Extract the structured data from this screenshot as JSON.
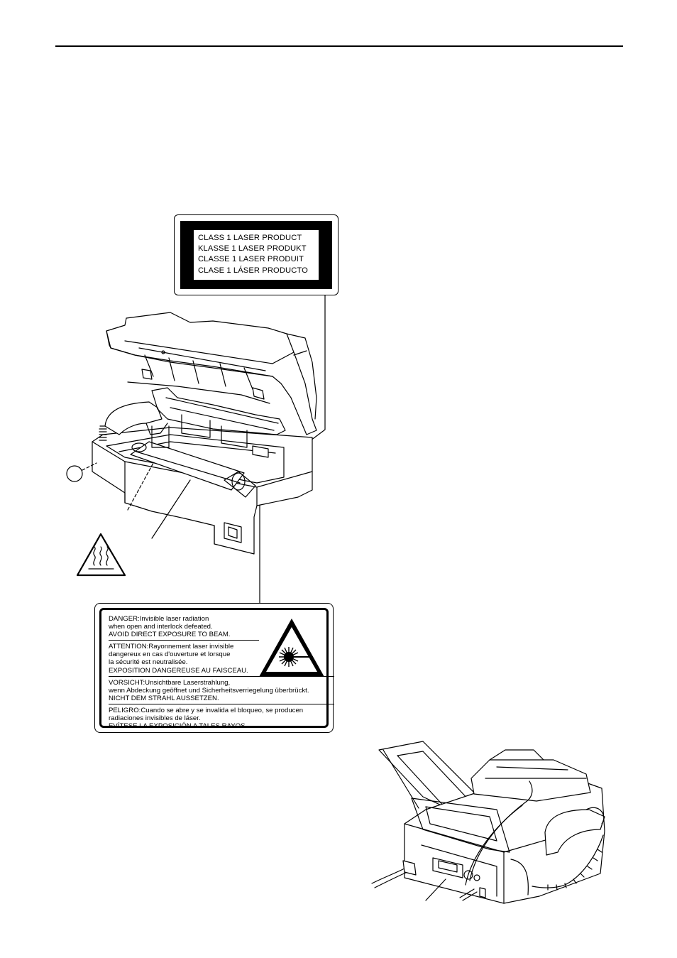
{
  "class_label": {
    "lines": [
      "CLASS 1 LASER PRODUCT",
      "KLASSE 1 LASER PRODUKT",
      "CLASSE 1 LASER PRODUIT",
      "CLASE 1 LÁSER PRODUCTO"
    ]
  },
  "danger_label": {
    "danger": [
      "DANGER:Invisible laser radiation",
      "when open and interlock defeated.",
      "AVOID DIRECT EXPOSURE TO BEAM."
    ],
    "attention": [
      "ATTENTION:Rayonnement laser invisible",
      "dangereux en cas d'ouverture et lorsque",
      "la sécurité est neutralisée.",
      "EXPOSITION DANGEREUSE AU FAISCEAU."
    ],
    "vorsicht": [
      "VORSICHT:Unsichtbare Laserstrahlung,",
      "wenn Abdeckung geöffnet und Sicherheitsverriegelung überbrückt.",
      "NICHT DEM STRAHL AUSSETZEN."
    ],
    "peligro": [
      "PELIGRO:Cuando se abre y se invalida el bloqueo, se producen",
      "radiaciones invisibles de láser.",
      "EVÍTESE LA EXPOSICIÓN A TALES RAYOS."
    ]
  },
  "icons": [
    "hot-surface-warning-icon",
    "laser-warning-icon"
  ]
}
